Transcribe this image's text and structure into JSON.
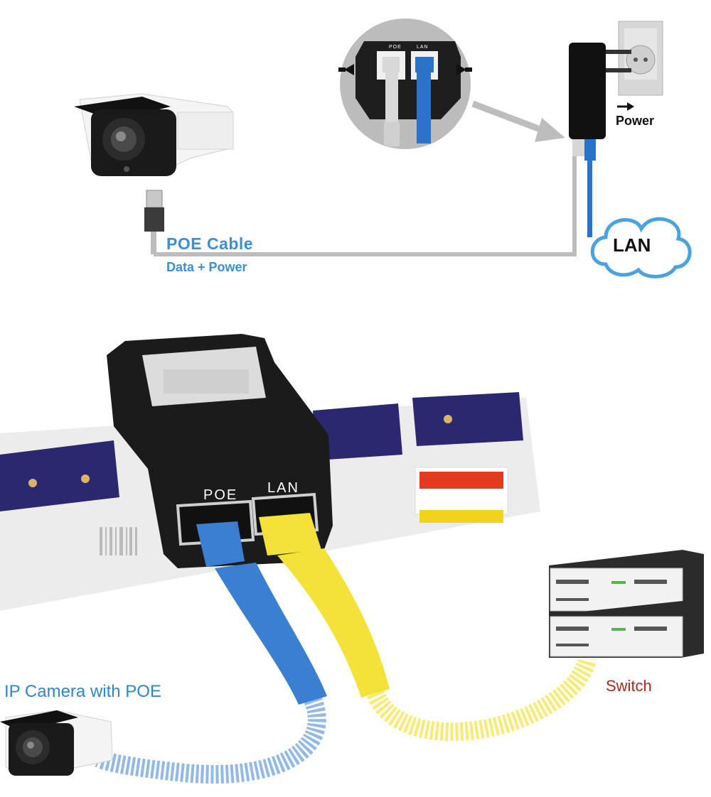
{
  "top_diagram": {
    "cable_label": "POE Cable",
    "cable_sublabel": "Data + Power",
    "power_label": "Power",
    "lan_label": "LAN",
    "inset_port_poe": "POE",
    "inset_port_lan": "LAN"
  },
  "bottom_diagram": {
    "port_poe_label": "POE",
    "port_lan_label": "LAN",
    "camera_label": "IP Camera with POE",
    "switch_label": "Switch"
  },
  "colors": {
    "label_blue": "#3a8fd6",
    "switch_red": "#b3261e",
    "poe_cable_blue": "#3b7fd1",
    "lan_cable_yellow": "#f2e23a",
    "adapter_black": "#1b1b1b"
  }
}
